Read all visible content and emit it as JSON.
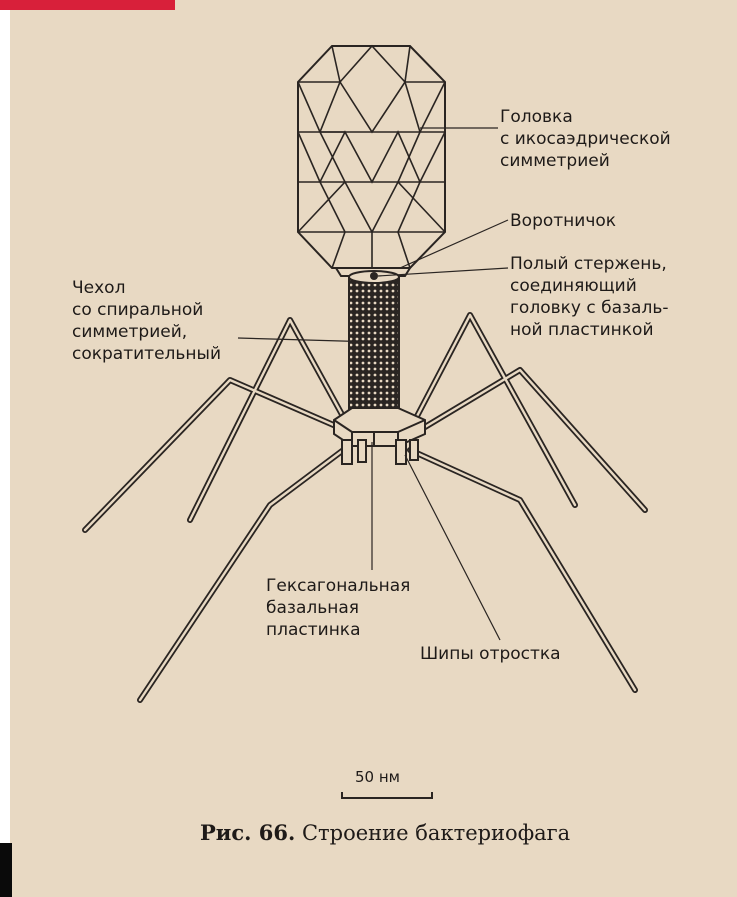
{
  "labels": {
    "head": "Головка\nс икосаэдрической\nсимметрией",
    "collar": "Воротничок",
    "core": "Полый стержень,\nсоединяющий\nголовку с базаль-\nной пластинкой",
    "sheath": "Чехол\nсо спиральной\nсимметрией,\nсократительный",
    "baseplate": "Гексагональная\nбазальная\nпластинка",
    "spikes": "Шипы отростка"
  },
  "scale_bar": {
    "label": "50 нм"
  },
  "caption": {
    "prefix": "Рис. 66.",
    "text": " Строение бактериофага"
  },
  "colors": {
    "paper": "#e8d9c3",
    "ink": "#1e1a18",
    "accent": "#d8203a"
  }
}
